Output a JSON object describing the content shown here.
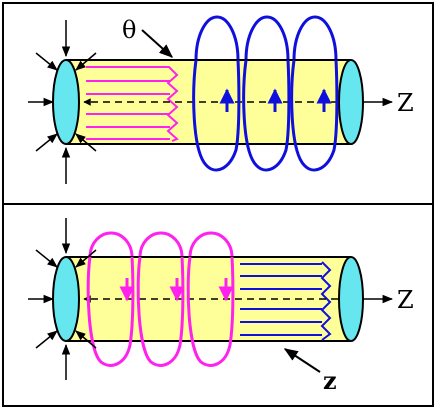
{
  "top_panel": {
    "theta_label": "θ",
    "axis_label": "Z"
  },
  "bottom_panel": {
    "axis_label": "Z",
    "z_label": "z"
  },
  "colors": {
    "frame": "#000000",
    "cylinder_fill": "#ffff99",
    "end_cap_fill": "#66e6ee",
    "field_blue": "#1010dd",
    "field_magenta": "#ff22ee"
  }
}
